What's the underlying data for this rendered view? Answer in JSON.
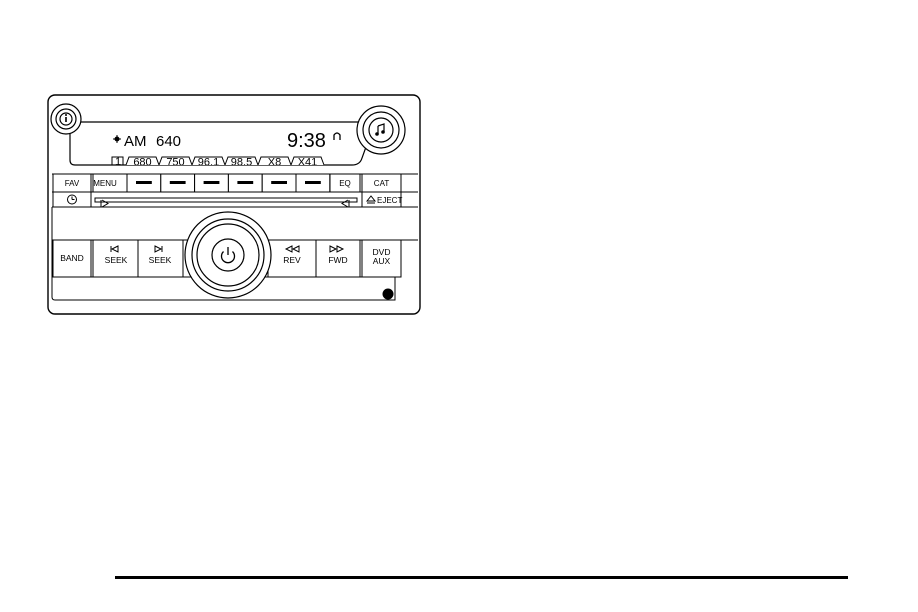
{
  "display": {
    "band": "AM",
    "frequency": "640",
    "clock": "9:38"
  },
  "presets": {
    "page_indicator": "1",
    "tabs": [
      "680",
      "750",
      "96.1",
      "98.5",
      "X8",
      "X41"
    ]
  },
  "buttons": {
    "fav": "FAV",
    "menu": "MENU",
    "eq": "EQ",
    "cat": "CAT",
    "eject": "EJECT",
    "band": "BAND",
    "seek": "SEEK",
    "rev": "REV",
    "fwd": "FWD",
    "dvd": "DVD",
    "aux": "AUX"
  },
  "icons": {
    "info_knob": "info-icon",
    "music_knob": "music-note-icon",
    "power_knob": "power-icon",
    "clock_button": "clock-icon",
    "eject_button": "eject-icon",
    "display_indicator": "radio-signal-icon"
  }
}
